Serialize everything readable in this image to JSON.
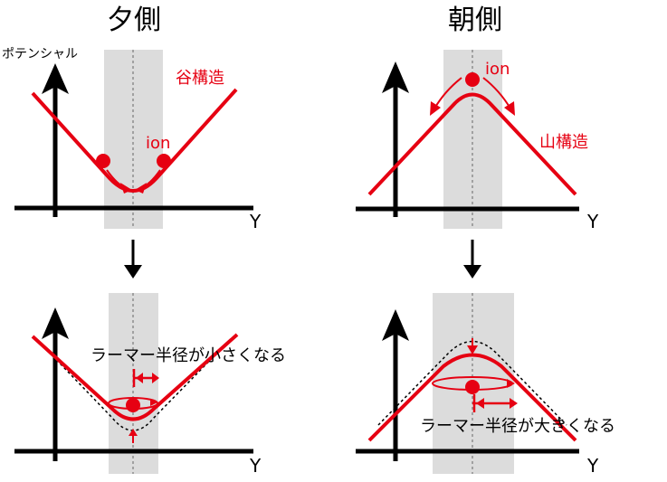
{
  "titles": {
    "evening": "夕側",
    "morning": "朝側"
  },
  "axis": {
    "potential": "ポテンシャル",
    "y": "Y"
  },
  "labels": {
    "valley": "谷構造",
    "mountain": "山構造",
    "ion_left": "ion",
    "ion_right": "ion",
    "smaller_radius": "ラーマー半径が小さくなる",
    "larger_radius": "ラーマー半径が大きくなる"
  },
  "colors": {
    "accent": "#e60012",
    "band": "#dcdcdc",
    "axis": "#000000"
  }
}
